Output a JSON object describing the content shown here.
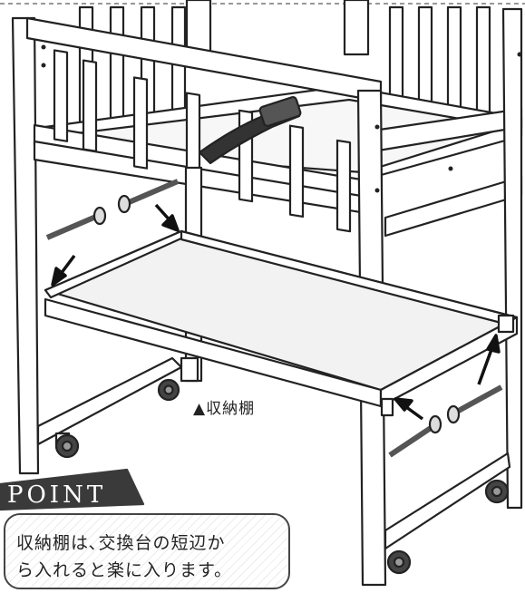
{
  "illustration": {
    "subject": "crib-underside-storage-shelf-assembly"
  },
  "labels": {
    "shelf_label": "▲収納棚"
  },
  "point_callout": {
    "tag": "POINT",
    "lines": [
      "収納棚は､交換台の短辺か",
      "ら入れると楽に入ります。"
    ]
  },
  "colors": {
    "line": "#222222",
    "dark_tag": "#3a3a3a",
    "wood": "#ffffff",
    "shelf": "#f2f2f2"
  }
}
